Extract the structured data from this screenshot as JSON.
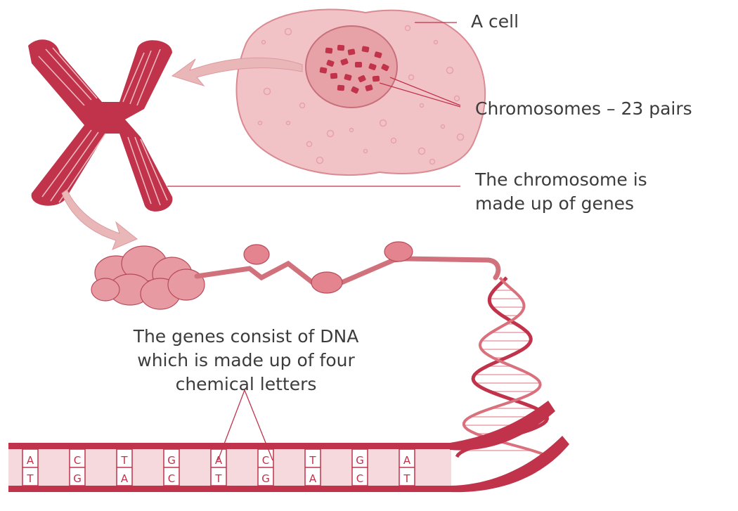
{
  "labels": {
    "cell": "A cell",
    "chromosomes": "Chromosomes – 23 pairs",
    "chromosome_genes_line1": "The chromosome is",
    "chromosome_genes_line2": "made up of genes",
    "dna_line1": "The genes consist of DNA",
    "dna_line2": "which is made up of four",
    "dna_line3": "chemical letters"
  },
  "dna_bases": {
    "top": [
      "A",
      "C",
      "T",
      "G",
      "A",
      "C",
      "T",
      "G",
      "A"
    ],
    "bottom": [
      "T",
      "G",
      "A",
      "C",
      "T",
      "G",
      "A",
      "C",
      "T"
    ]
  },
  "colors": {
    "accent": "#c0334a",
    "cell_fill": "#f1c3c6",
    "nucleus_fill": "#e7a2a8",
    "arrow_fill": "#eab7b8",
    "leader_line": "#c0334a",
    "text": "#3c3c3c"
  }
}
